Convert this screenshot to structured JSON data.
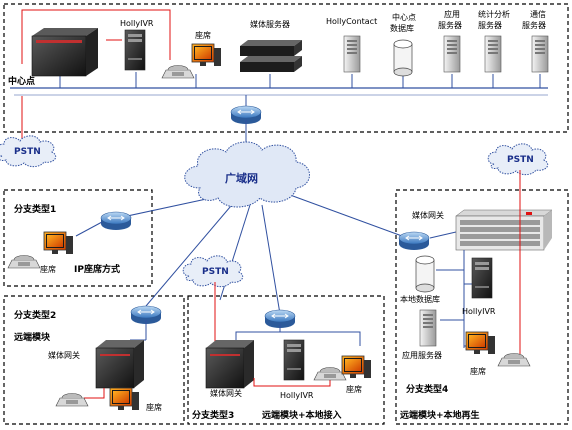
{
  "center": {
    "title": "中心点",
    "hollyivr": "HollyIVR",
    "agent": "座席",
    "media_server": "媒体服务器",
    "hollycontact": "HollyContact",
    "center_db_1": "中心点",
    "center_db_2": "数据库",
    "app_server_1": "应用",
    "app_server_2": "服务器",
    "stats_server_1": "统计分析",
    "stats_server_2": "服务器",
    "comm_server_1": "通信",
    "comm_server_2": "服务器"
  },
  "pstn_label": "PSTN",
  "wan_label": "广域网",
  "branch1": {
    "title": "分支类型1",
    "agent": "座席",
    "mode": "IP座席方式"
  },
  "branch2": {
    "title": "分支类型2",
    "subtitle": "远端模块",
    "gateway": "媒体网关",
    "agent": "座席"
  },
  "branch3": {
    "title": "分支类型3",
    "gateway": "媒体网关",
    "ivr": "HollyIVR",
    "agent": "座席",
    "subtitle": "远端模块+本地接入"
  },
  "branch4": {
    "gateway": "媒体网关",
    "local_db": "本地数据库",
    "ivr": "HollyIVR",
    "app_server": "应用服务器",
    "agent": "座席",
    "title": "分支类型4",
    "subtitle": "远端模块+本地再生"
  },
  "colors": {
    "pstn_cloud": "#e8eef8",
    "red_line": "#e01010",
    "blue_line": "#3050a0",
    "router": "#6fa8dc"
  }
}
